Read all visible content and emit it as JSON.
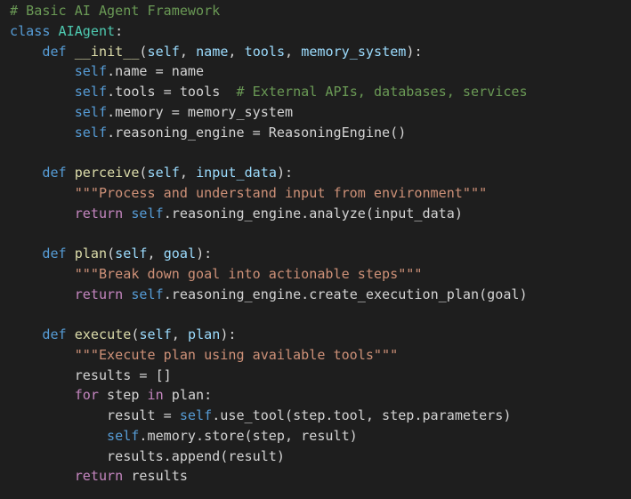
{
  "editor": {
    "language": "python",
    "theme_colors": {
      "background": "#1e1e1e",
      "keyword": "#569cd6",
      "control_keyword": "#c586c0",
      "class_name": "#4ec9b0",
      "function_name": "#dcdcaa",
      "parameter": "#9cdcfe",
      "string": "#ce9178",
      "comment": "#6a9955",
      "default_text": "#d4d4d4"
    },
    "lines": [
      [
        {
          "t": "# Basic AI Agent Framework",
          "k": "cm"
        }
      ],
      [
        {
          "t": "class",
          "k": "kw"
        },
        {
          "t": " ",
          "k": "plain"
        },
        {
          "t": "AIAgent",
          "k": "cls"
        },
        {
          "t": ":",
          "k": "op"
        }
      ],
      [
        {
          "t": "    ",
          "k": "plain"
        },
        {
          "t": "def",
          "k": "kw"
        },
        {
          "t": " ",
          "k": "plain"
        },
        {
          "t": "__init__",
          "k": "fn"
        },
        {
          "t": "(",
          "k": "op"
        },
        {
          "t": "self",
          "k": "param"
        },
        {
          "t": ", ",
          "k": "op"
        },
        {
          "t": "name",
          "k": "param"
        },
        {
          "t": ", ",
          "k": "op"
        },
        {
          "t": "tools",
          "k": "param"
        },
        {
          "t": ", ",
          "k": "op"
        },
        {
          "t": "memory_system",
          "k": "param"
        },
        {
          "t": "):",
          "k": "op"
        }
      ],
      [
        {
          "t": "        ",
          "k": "plain"
        },
        {
          "t": "self",
          "k": "self"
        },
        {
          "t": ".name = name",
          "k": "plain"
        }
      ],
      [
        {
          "t": "        ",
          "k": "plain"
        },
        {
          "t": "self",
          "k": "self"
        },
        {
          "t": ".tools = tools  ",
          "k": "plain"
        },
        {
          "t": "# External APIs, databases, services",
          "k": "cm"
        }
      ],
      [
        {
          "t": "        ",
          "k": "plain"
        },
        {
          "t": "self",
          "k": "self"
        },
        {
          "t": ".memory = memory_system",
          "k": "plain"
        }
      ],
      [
        {
          "t": "        ",
          "k": "plain"
        },
        {
          "t": "self",
          "k": "self"
        },
        {
          "t": ".reasoning_engine = ReasoningEngine()",
          "k": "plain"
        }
      ],
      [],
      [
        {
          "t": "    ",
          "k": "plain"
        },
        {
          "t": "def",
          "k": "kw"
        },
        {
          "t": " ",
          "k": "plain"
        },
        {
          "t": "perceive",
          "k": "fn"
        },
        {
          "t": "(",
          "k": "op"
        },
        {
          "t": "self",
          "k": "param"
        },
        {
          "t": ", ",
          "k": "op"
        },
        {
          "t": "input_data",
          "k": "param"
        },
        {
          "t": "):",
          "k": "op"
        }
      ],
      [
        {
          "t": "        ",
          "k": "plain"
        },
        {
          "t": "\"\"\"Process and understand input from environment\"\"\"",
          "k": "str"
        }
      ],
      [
        {
          "t": "        ",
          "k": "plain"
        },
        {
          "t": "return",
          "k": "kwc"
        },
        {
          "t": " ",
          "k": "plain"
        },
        {
          "t": "self",
          "k": "self"
        },
        {
          "t": ".reasoning_engine.analyze(input_data)",
          "k": "plain"
        }
      ],
      [],
      [
        {
          "t": "    ",
          "k": "plain"
        },
        {
          "t": "def",
          "k": "kw"
        },
        {
          "t": " ",
          "k": "plain"
        },
        {
          "t": "plan",
          "k": "fn"
        },
        {
          "t": "(",
          "k": "op"
        },
        {
          "t": "self",
          "k": "param"
        },
        {
          "t": ", ",
          "k": "op"
        },
        {
          "t": "goal",
          "k": "param"
        },
        {
          "t": "):",
          "k": "op"
        }
      ],
      [
        {
          "t": "        ",
          "k": "plain"
        },
        {
          "t": "\"\"\"Break down goal into actionable steps\"\"\"",
          "k": "str"
        }
      ],
      [
        {
          "t": "        ",
          "k": "plain"
        },
        {
          "t": "return",
          "k": "kwc"
        },
        {
          "t": " ",
          "k": "plain"
        },
        {
          "t": "self",
          "k": "self"
        },
        {
          "t": ".reasoning_engine.create_execution_plan(goal)",
          "k": "plain"
        }
      ],
      [],
      [
        {
          "t": "    ",
          "k": "plain"
        },
        {
          "t": "def",
          "k": "kw"
        },
        {
          "t": " ",
          "k": "plain"
        },
        {
          "t": "execute",
          "k": "fn"
        },
        {
          "t": "(",
          "k": "op"
        },
        {
          "t": "self",
          "k": "param"
        },
        {
          "t": ", ",
          "k": "op"
        },
        {
          "t": "plan",
          "k": "param"
        },
        {
          "t": "):",
          "k": "op"
        }
      ],
      [
        {
          "t": "        ",
          "k": "plain"
        },
        {
          "t": "\"\"\"Execute plan using available tools\"\"\"",
          "k": "str"
        }
      ],
      [
        {
          "t": "        ",
          "k": "plain"
        },
        {
          "t": "results = []",
          "k": "plain"
        }
      ],
      [
        {
          "t": "        ",
          "k": "plain"
        },
        {
          "t": "for",
          "k": "kwc"
        },
        {
          "t": " step ",
          "k": "plain"
        },
        {
          "t": "in",
          "k": "kwc"
        },
        {
          "t": " plan:",
          "k": "plain"
        }
      ],
      [
        {
          "t": "            ",
          "k": "plain"
        },
        {
          "t": "result = ",
          "k": "plain"
        },
        {
          "t": "self",
          "k": "self"
        },
        {
          "t": ".use_tool(step.tool, step.parameters)",
          "k": "plain"
        }
      ],
      [
        {
          "t": "            ",
          "k": "plain"
        },
        {
          "t": "self",
          "k": "self"
        },
        {
          "t": ".memory.store(step, result)",
          "k": "plain"
        }
      ],
      [
        {
          "t": "            ",
          "k": "plain"
        },
        {
          "t": "results.append(result)",
          "k": "plain"
        }
      ],
      [
        {
          "t": "        ",
          "k": "plain"
        },
        {
          "t": "return",
          "k": "kwc"
        },
        {
          "t": " results",
          "k": "plain"
        }
      ]
    ]
  }
}
